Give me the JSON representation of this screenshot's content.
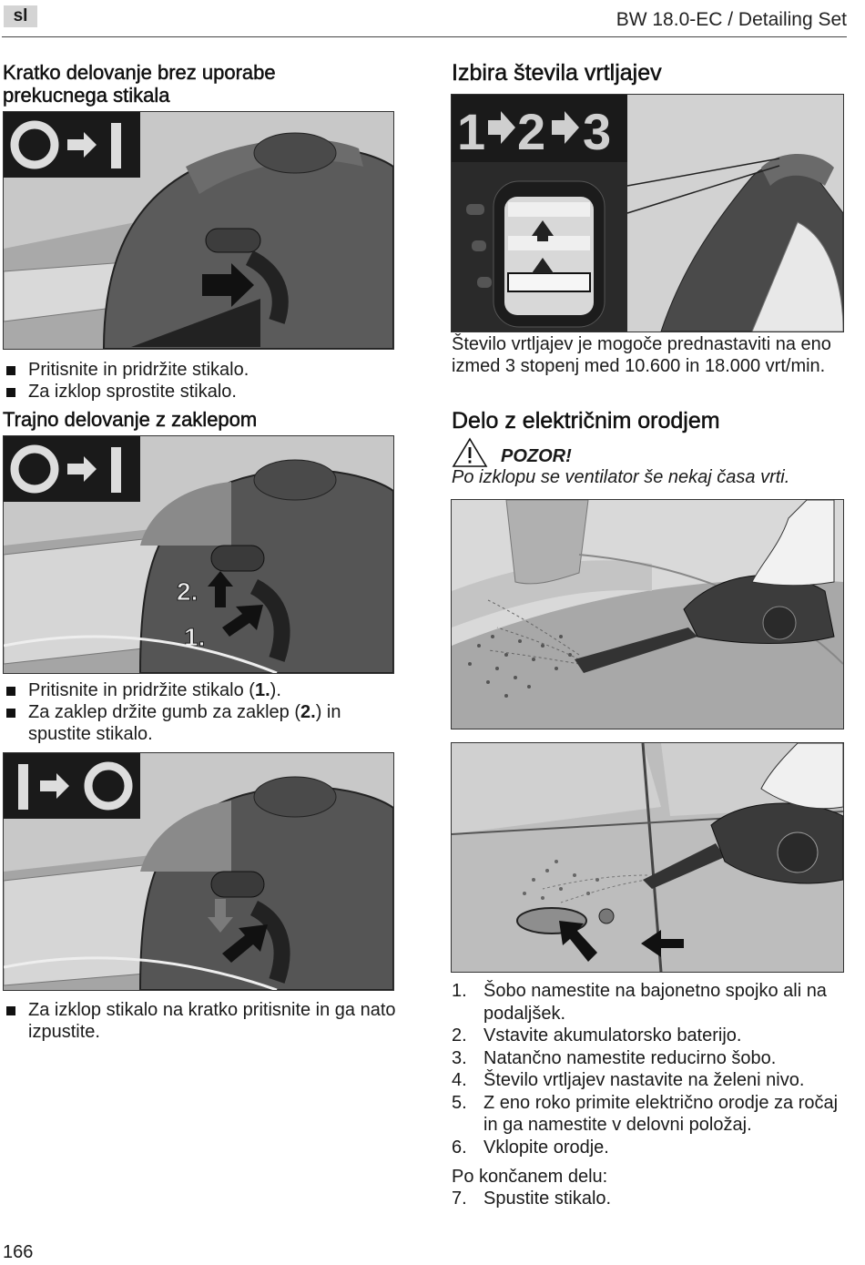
{
  "header": {
    "lang_badge": "sl",
    "doc_title": "BW 18.0-EC / Detailing Set"
  },
  "left": {
    "section1": {
      "title_line1": "Kratko delovanje brez uporabe",
      "title_line2": "prekucnega stikala",
      "symbol": "O→I",
      "bullets": [
        "Pritisnite in pridržite stikalo.",
        "Za izklop sprostite stikalo."
      ]
    },
    "section2": {
      "title": "Trajno delovanje z zaklepom",
      "symbol": "O→I",
      "callout_1": "1.",
      "callout_2": "2.",
      "bullet1_pre": "Pritisnite in pridržite stikalo (",
      "bullet1_bold": "1.",
      "bullet1_post": ").",
      "bullet2_pre": "Za zaklep držite gumb za zaklep (",
      "bullet2_bold": "2.",
      "bullet2_post": ") in spustite stikalo."
    },
    "section3": {
      "symbol": "I→O",
      "bullets": [
        "Za izklop stikalo na kratko pritisnite in ga nato izpustite."
      ]
    }
  },
  "right": {
    "speed": {
      "title": "Izbira števila vrtljajev",
      "graphic_digits": [
        "1",
        "2",
        "3"
      ],
      "text": "Število vrtljajev je mogoče prednastaviti na eno izmed 3 stopenj med 10.600 in 18.000 vrt/min."
    },
    "work": {
      "title": "Delo z električnim orodjem",
      "warning_title": "POZOR!",
      "warning_text": "Po izklopu se ventilator še nekaj časa vrti.",
      "steps": [
        {
          "n": "1.",
          "text": "Šobo namestite na bajonetno spojko ali na podaljšek."
        },
        {
          "n": "2.",
          "text": "Vstavite akumulatorsko baterijo."
        },
        {
          "n": "3.",
          "text": "Natančno namestite reducirno šobo."
        },
        {
          "n": "4.",
          "text": "Število vrtljajev nastavite na želeni nivo."
        },
        {
          "n": "5.",
          "text": "Z eno roko primite električno orodje za ročaj in ga namestite v delovni položaj."
        },
        {
          "n": "6.",
          "text": "Vklopite orodje."
        }
      ],
      "after_label": "Po končanem delu:",
      "step7": {
        "n": "7.",
        "text": "Spustite stikalo."
      }
    }
  },
  "footer": {
    "page_number": "166"
  },
  "icons": [
    "warning-triangle-icon",
    "bullet-square-icon",
    "arrow-right-icon",
    "arrow-up-icon"
  ]
}
